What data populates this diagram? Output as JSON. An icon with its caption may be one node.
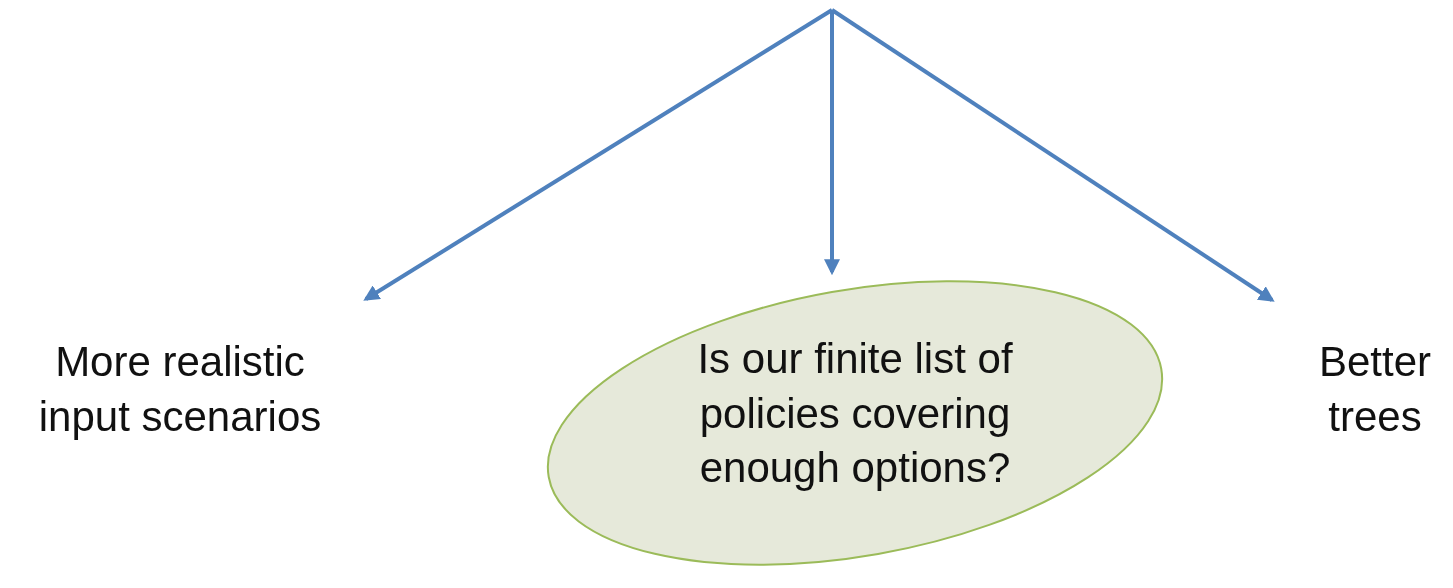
{
  "diagram": {
    "nodes": [
      {
        "text": [
          "More realistic input scenarios"
        ]
      },
      {
        "text": [
          "Is our finite list of policies covering enough options?"
        ]
      },
      {
        "text": [
          "Better trees"
        ]
      }
    ],
    "edges": [
      {
        "from": null,
        "to": 0,
        "arrow": "to"
      },
      {
        "from": null,
        "to": 1,
        "arrow": "to"
      },
      {
        "from": null,
        "to": 2,
        "arrow": "to"
      }
    ]
  }
}
